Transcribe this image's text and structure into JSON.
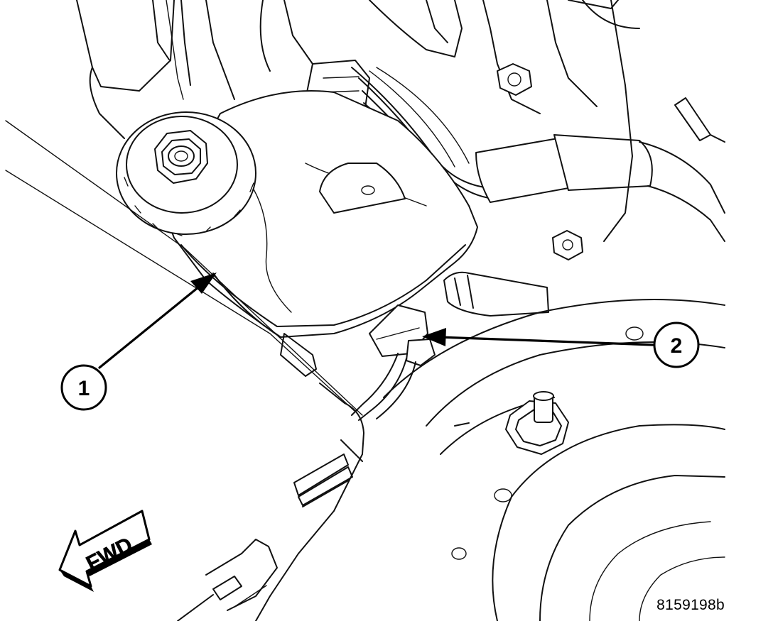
{
  "callouts": [
    {
      "label": "1"
    },
    {
      "label": "2"
    }
  ],
  "direction_indicator": {
    "label": "FWD"
  },
  "figure_id": "8159198b",
  "colors": {
    "line": "#111111",
    "background": "#ffffff"
  }
}
